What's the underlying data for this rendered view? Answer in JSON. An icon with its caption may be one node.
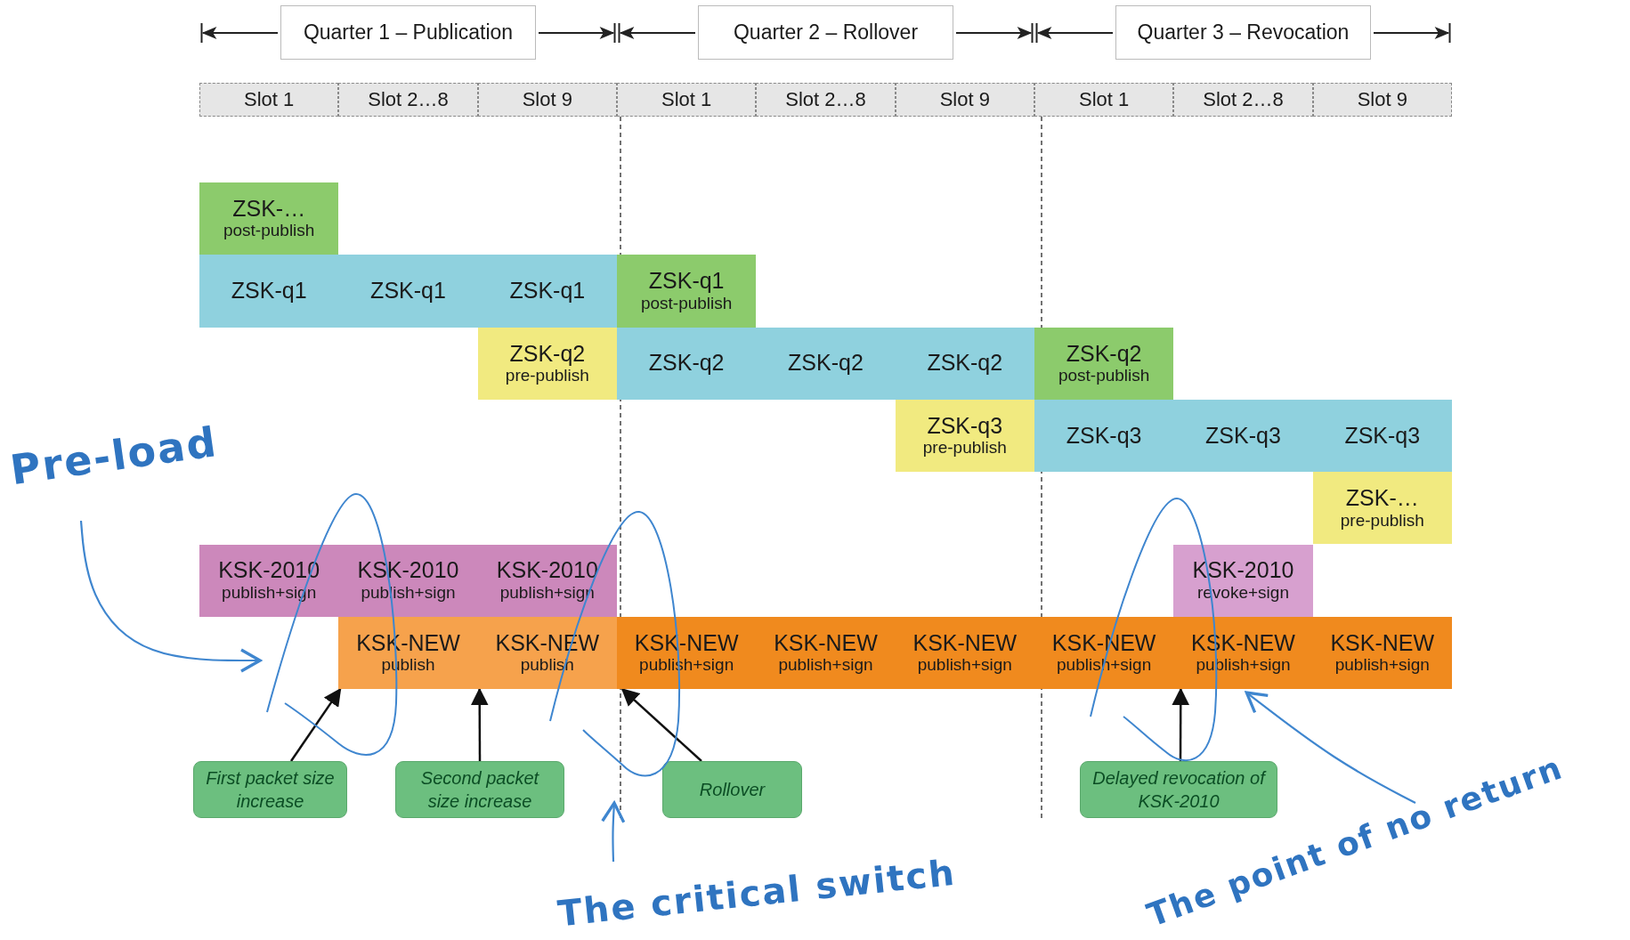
{
  "diagram": {
    "nodes": [
      {
        "text": [
          "Slot 1"
        ]
      },
      {
        "text": [
          "Slot 2…8"
        ]
      },
      {
        "text": [
          "Slot 9"
        ]
      },
      {
        "text": [
          "Slot 1"
        ]
      },
      {
        "text": [
          "Slot 2…8"
        ]
      },
      {
        "text": [
          "Slot 9"
        ]
      },
      {
        "text": [
          "Slot 1"
        ]
      },
      {
        "text": [
          "Slot 2…8"
        ]
      },
      {
        "text": [
          "Slot 9"
        ]
      },
      {
        "text": [
          "ZSK-…",
          "post-publish"
        ]
      },
      {
        "text": [
          "ZSK-q1"
        ]
      },
      {
        "text": [
          "ZSK-q1"
        ]
      },
      {
        "text": [
          "ZSK-q1"
        ]
      },
      {
        "text": [
          "ZSK-q1",
          "post-publish"
        ]
      },
      {
        "text": [
          "ZSK-q2",
          "pre-publish"
        ]
      },
      {
        "text": [
          "ZSK-q2"
        ]
      },
      {
        "text": [
          "ZSK-q2"
        ]
      },
      {
        "text": [
          "ZSK-q2"
        ]
      },
      {
        "text": [
          "ZSK-q2",
          "post-publish"
        ]
      },
      {
        "text": [
          "ZSK-q3",
          "pre-publish"
        ]
      },
      {
        "text": [
          "ZSK-q3"
        ]
      },
      {
        "text": [
          "ZSK-q3"
        ]
      },
      {
        "text": [
          "ZSK-q3"
        ]
      },
      {
        "text": [
          "ZSK-…",
          "pre-publish"
        ]
      },
      {
        "text": [
          "KSK-2010",
          "publish+sign"
        ]
      },
      {
        "text": [
          "KSK-2010",
          "publish+sign"
        ]
      },
      {
        "text": [
          "KSK-2010",
          "publish+sign"
        ]
      },
      {
        "text": [
          "KSK-2010",
          "revoke+sign"
        ]
      },
      {
        "text": [
          "KSK-NEW",
          "publish"
        ]
      },
      {
        "text": [
          "KSK-NEW",
          "publish"
        ]
      },
      {
        "text": [
          "KSK-NEW",
          "publish+sign"
        ]
      },
      {
        "text": [
          "KSK-NEW",
          "publish+sign"
        ]
      },
      {
        "text": [
          "KSK-NEW",
          "publish+sign"
        ]
      },
      {
        "text": [
          "KSK-NEW",
          "publish+sign"
        ]
      },
      {
        "text": [
          "KSK-NEW",
          "publish+sign"
        ]
      },
      {
        "text": [
          "KSK-NEW",
          "publish+sign"
        ]
      },
      {
        "text": [
          "First packet size increase"
        ]
      },
      {
        "text": [
          "Second packet size increase"
        ]
      },
      {
        "text": [
          "Rollover"
        ]
      },
      {
        "text": [
          "Delayed revocation of KSK-2010"
        ]
      },
      {
        "text": [
          "Pre-load"
        ]
      },
      {
        "text": [
          "The critical switch"
        ]
      },
      {
        "text": [
          "The point of no return"
        ]
      }
    ],
    "edges": [
      {
        "from": 36,
        "to": 28,
        "arrow": "to"
      },
      {
        "from": 37,
        "to": 29,
        "arrow": "to"
      },
      {
        "from": 38,
        "to": 30,
        "arrow": "to"
      },
      {
        "from": 39,
        "to": 34,
        "arrow": "to"
      },
      {
        "from": 40,
        "to": null,
        "arrow": "to",
        "color": "#3f86cf"
      },
      {
        "from": 41,
        "to": null,
        "arrow": "to",
        "color": "#3f86cf"
      },
      {
        "from": 42,
        "to": 34,
        "arrow": "to",
        "color": "#3f86cf"
      }
    ],
    "labels": [
      "Quarter 1 – Publication",
      "Quarter 2 – Rollover",
      "Quarter 3 – Revocation"
    ]
  }
}
